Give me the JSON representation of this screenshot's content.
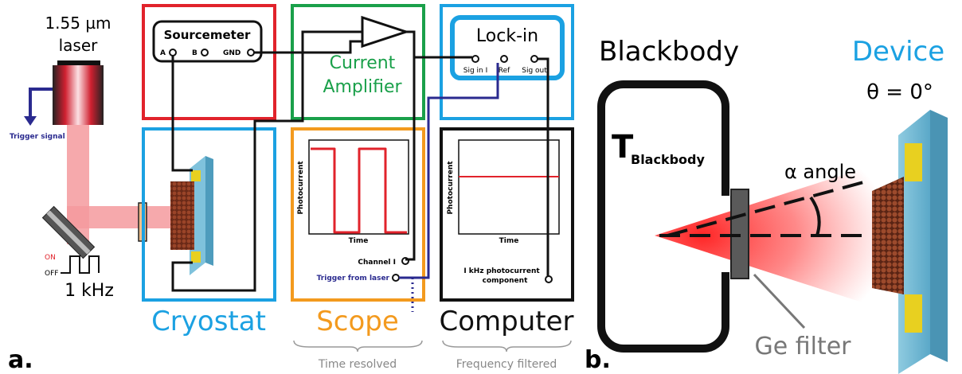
{
  "panel_a": {
    "label": "a.",
    "laser": {
      "wavelength": "1.55 µm",
      "name": "laser",
      "trigger": "Trigger signal",
      "on": "ON",
      "off": "OFF",
      "freq": "1 kHz"
    },
    "sourcemeter": {
      "title": "Sourcemeter",
      "a": "A",
      "b": "B",
      "gnd": "GND"
    },
    "amplifier": {
      "line1": "Current",
      "line2": "Amplifier"
    },
    "lockin": {
      "title": "Lock-in",
      "sig_in": "Sig in I",
      "ref": "Ref",
      "sig_out": "Sig out"
    },
    "cryostat": "Cryostat",
    "scope": {
      "name": "Scope",
      "ylabel": "Photocurrent",
      "xlabel": "Time",
      "channel": "Channel I",
      "trigger": "Trigger from laser"
    },
    "computer": {
      "name": "Computer",
      "ylabel": "Photocurrent",
      "xlabel": "Time",
      "comp_line1": "I kHz photocurrent",
      "comp_line2": "component"
    },
    "time_resolved": "Time resolved",
    "freq_filtered": "Frequency filtered"
  },
  "panel_b": {
    "label": "b.",
    "blackbody": "Blackbody",
    "t_main": "T",
    "t_sub": "Blackbody",
    "device": "Device",
    "theta": "θ = 0°",
    "alpha": "α angle",
    "ge_filter": "Ge filter"
  },
  "colors": {
    "red": "#e1232b",
    "green": "#1aa04a",
    "blue": "#1ba1e2",
    "orange": "#f39a1e",
    "navy": "#2a2a8f",
    "black": "#111111",
    "gray": "#777777"
  }
}
